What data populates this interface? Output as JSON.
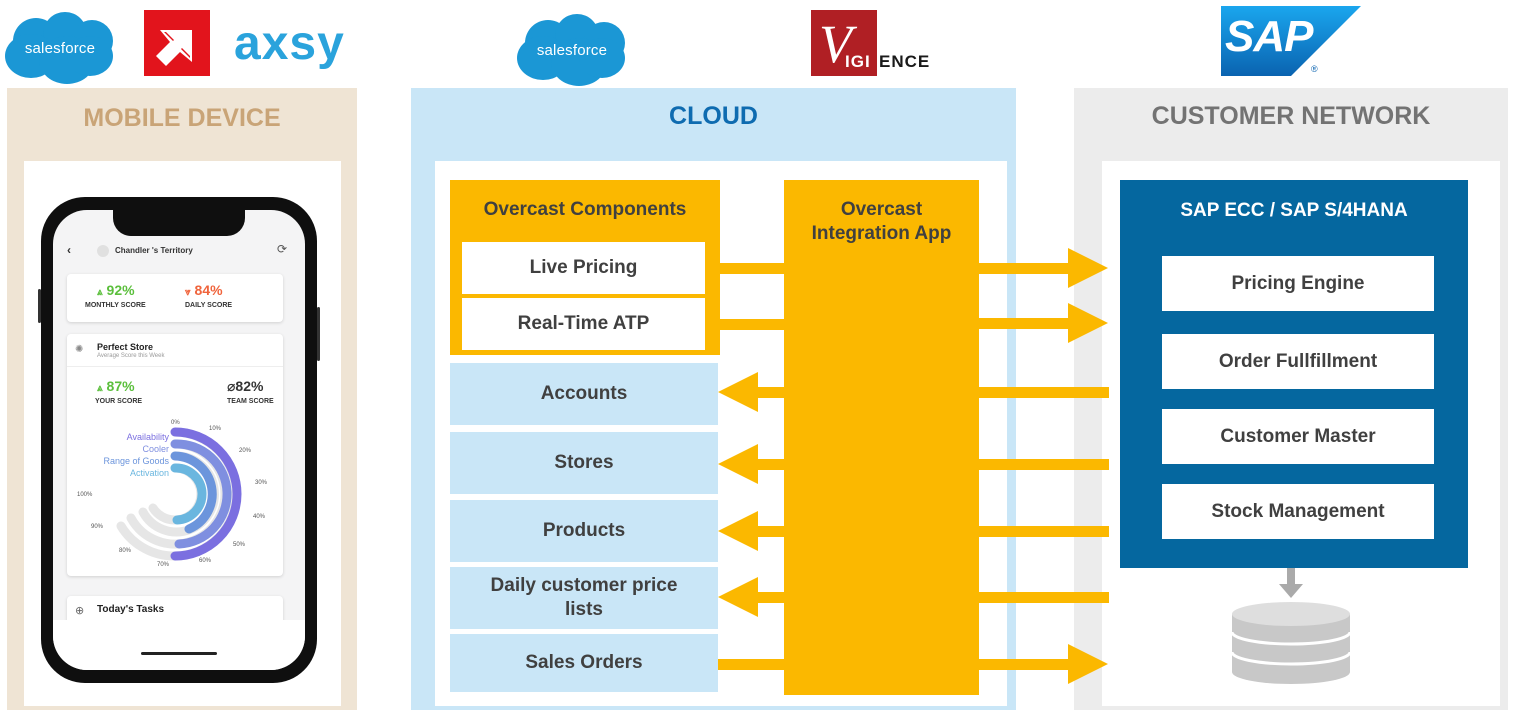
{
  "logos": {
    "salesforce_left": "salesforce",
    "axsy": "axsy",
    "salesforce_mid": "salesforce",
    "vigience_v": "V",
    "vigience_igi": "IGI",
    "vigience_ence": "ENCE",
    "sap": "SAP",
    "sap_registered": "®"
  },
  "sections": {
    "mobile": "MOBILE DEVICE",
    "cloud": "CLOUD",
    "customer": "CUSTOMER NETWORK"
  },
  "cloud": {
    "components_title": "Overcast Components",
    "live_pricing": "Live Pricing",
    "real_time_atp": "Real-Time ATP",
    "integration_app": "Overcast Integration App",
    "accounts": "Accounts",
    "stores": "Stores",
    "products": "Products",
    "daily_price_lists": "Daily customer price lists",
    "sales_orders": "Sales Orders"
  },
  "sap": {
    "title": "SAP ECC / SAP S/4HANA",
    "pricing_engine": "Pricing Engine",
    "order_fulfillment": "Order Fullfillment",
    "customer_master": "Customer Master",
    "stock_management": "Stock Management"
  },
  "phone": {
    "territory": "Chandler 's Territory",
    "monthly_value": "92%",
    "monthly_label": "MONTHLY SCORE",
    "daily_value": "84%",
    "daily_label": "DAILY SCORE",
    "perfect_store": "Perfect Store",
    "perfect_store_sub": "Average Score this Week",
    "your_value": "87%",
    "your_label": "YOUR SCORE",
    "team_value": "⌀82%",
    "team_label": "TEAM SCORE",
    "ring_labels": [
      "Availability",
      "Cooler",
      "Range of Goods",
      "Activation"
    ],
    "ring_colors": [
      "#7b6fe0",
      "#7f8fe0",
      "#6c95dc",
      "#6ab6df"
    ],
    "ticks": [
      "0%",
      "10%",
      "20%",
      "30%",
      "40%",
      "50%",
      "60%",
      "70%",
      "80%",
      "90%",
      "100%"
    ],
    "tasks": "Today's Tasks",
    "up_color": "#5bbf3c",
    "down_color": "#f0643c"
  },
  "colors": {
    "arrow": "#fbb800",
    "sap_blue": "#05679f",
    "cloud_bg": "#c9e6f7",
    "mobile_bg": "#efe4d4",
    "customer_bg": "#ececec"
  }
}
